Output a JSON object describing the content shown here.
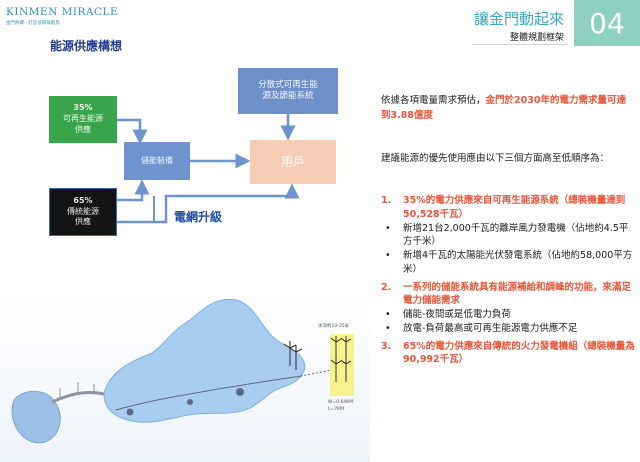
{
  "header": {
    "logo_main": "KINMEN  MIRACLE",
    "logo_sub": "金門奇蹟 · 打造低碳綠能島",
    "title": "讓金門動起來",
    "subtitle": "整體規劃框架",
    "section_number": "04"
  },
  "page_heading": "能源供應構想",
  "diagram": {
    "green_box": {
      "percent": "35%",
      "line1": "可再生能源",
      "line2": "供應"
    },
    "dark_box": {
      "percent": "65%",
      "line1": "傳統能源",
      "line2": "供應"
    },
    "storage_box": "儲能裝備",
    "distributed_box": {
      "line1": "分散式可再生能",
      "line2": "源及節能系統"
    },
    "user_box": "用戶",
    "grid_upgrade": "電網升級"
  },
  "content": {
    "intro_prefix": "依據各項電量需求預估，",
    "intro_highlight": "金門於2030年的電力需求量可達到3.88億度",
    "priority_text": "建議能源的優先使用應由以下三個方面高至低順序為：",
    "items": [
      {
        "num": "1.",
        "title": "35%的電力供應來自可再生能源系統（總裝機量達到50,528千瓦）",
        "bullets": [
          "新增21台2,000千瓦的離岸風力發電機（佔地約4.5平方千米）",
          "新增4千瓦的太陽能光伏發電系統（佔地約58,000平方米）"
        ]
      },
      {
        "num": "2.",
        "title": "一系列的儲能系統具有能源補給和調峰的功能，來滿足電力儲能需求",
        "bullets": [
          "儲能-夜間或是低電力負荷",
          "放電-負荷最高或可再生能源電力供應不足"
        ]
      },
      {
        "num": "3.",
        "title": "65%的電力供應來自傳統的火力發電機組（總裝機量為90,992千瓦）",
        "bullets": []
      }
    ]
  },
  "map": {
    "turbine_label": "水深約10-25米",
    "area_label_1": "W=0.64KM",
    "area_label_2": "L=7KM"
  },
  "colors": {
    "accent_orange": "#e8573a",
    "heading_blue": "#233d8e",
    "badge_green": "#8fd0c2",
    "renewable_green": "#39a54a",
    "user_peach": "#f7cdb5",
    "title_teal": "#3aa7c6"
  }
}
